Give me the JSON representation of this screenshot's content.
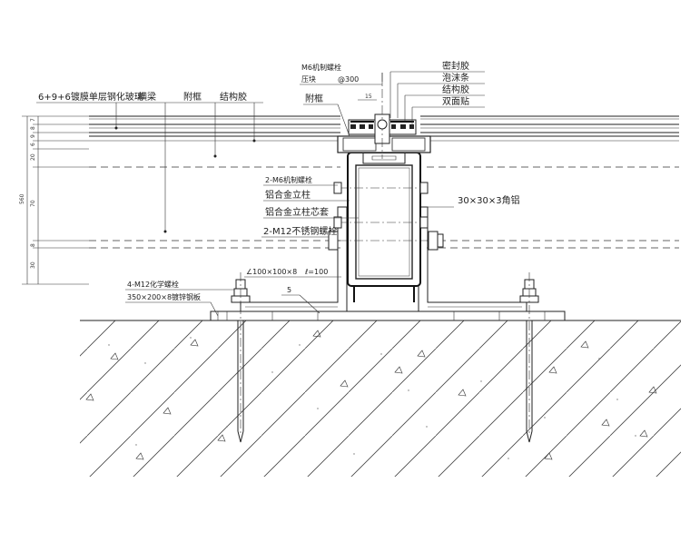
{
  "labels": {
    "glass": "6+9+6镀膜单层钢化玻璃",
    "beam": "横梁",
    "subframe_top": "附框",
    "struct_glue_top": "结构胶",
    "subframe_mid": "附框",
    "m6_bolt": "M6机制螺栓",
    "press_block": "压块",
    "spacing": "@300",
    "sealant": "密封胶",
    "foam_strip": "泡沫条",
    "struct_glue_right": "结构胶",
    "double_tape": "双面贴",
    "bolts_2m6": "2-M6机制螺栓",
    "alu_column": "铝合金立柱",
    "alu_core": "铝合金立柱芯套",
    "bolts_2m12": "2-M12不锈钢螺栓",
    "angle_alu": "30×30×3角铝",
    "angle_steel": "∠100×100×8",
    "angle_len": "ℓ=100",
    "chem_bolts": "4-M12化学螺栓",
    "plate": "350×200×8镀锌钢板",
    "weld": "5"
  },
  "dims": {
    "total": "560",
    "d1": "7",
    "d2": "8",
    "d3": "9",
    "d4": "6",
    "d5": "20",
    "d6": "70",
    "d7": "8",
    "d8": "30",
    "top_small": "15"
  }
}
